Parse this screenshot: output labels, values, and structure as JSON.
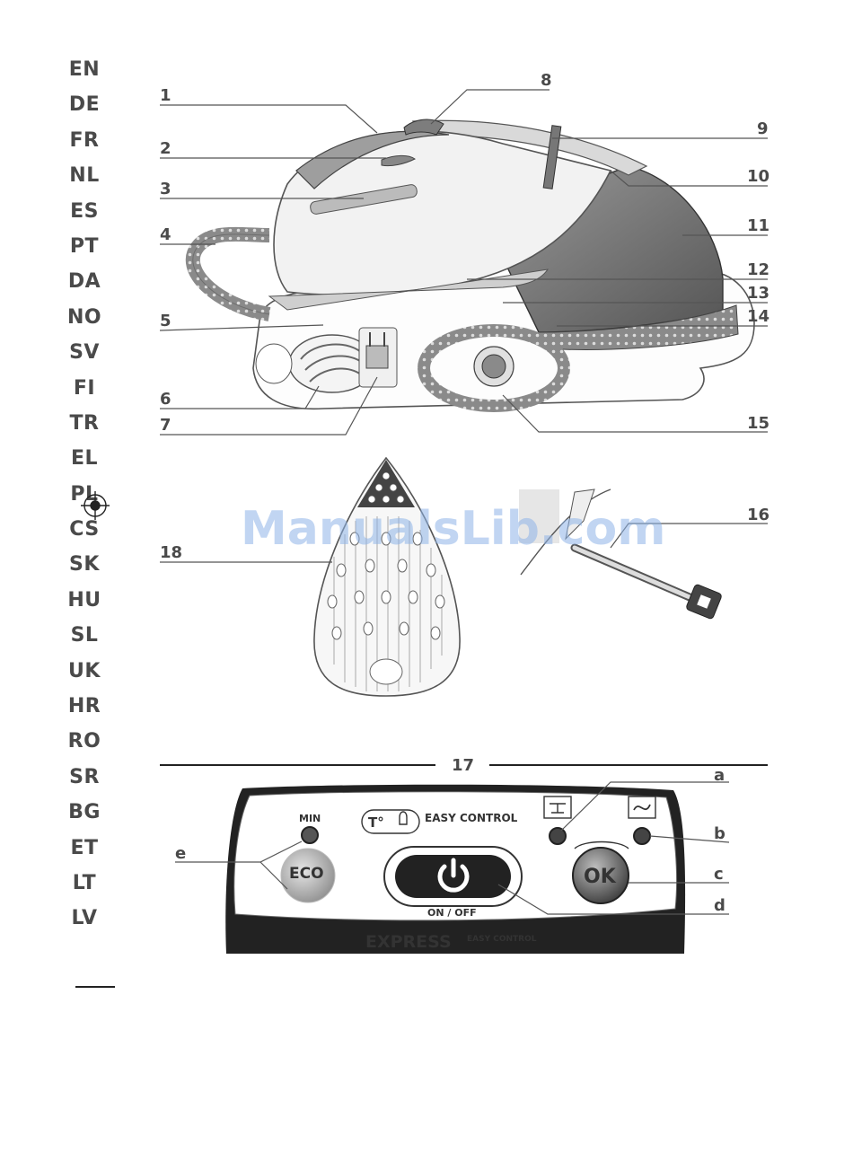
{
  "languages": [
    "EN",
    "DE",
    "FR",
    "NL",
    "ES",
    "PT",
    "DA",
    "NO",
    "SV",
    "FI",
    "TR",
    "EL",
    "PL",
    "CS",
    "SK",
    "HU",
    "SL",
    "UK",
    "HR",
    "RO",
    "SR",
    "BG",
    "ET",
    "LT",
    "LV"
  ],
  "callouts": [
    "1",
    "2",
    "3",
    "4",
    "5",
    "6",
    "7",
    "8",
    "9",
    "10",
    "11",
    "12",
    "13",
    "14",
    "15",
    "16",
    "17",
    "18"
  ],
  "panel": {
    "easy_control": "EASY CONTROL",
    "temp_symbol": "T°",
    "min_label": "MIN",
    "eco_label": "ECO",
    "power_label": "ON / OFF",
    "ok_label": "OK",
    "brand": "EXPRESS",
    "brand_sub": "EASY CONTROL",
    "letters": {
      "a": "a",
      "b": "b",
      "c": "c",
      "d": "d",
      "e": "e"
    }
  },
  "watermark": "ManualsLib.com",
  "colors": {
    "ink": "#3a3a3a",
    "watermark": "#8fb4e8",
    "body_gray": "#7a7a7a",
    "cord_dot": "#cfcfcf"
  }
}
